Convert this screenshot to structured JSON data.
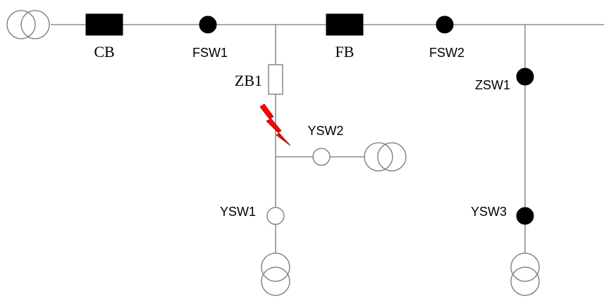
{
  "labels": {
    "cb": "CB",
    "fsw1": "FSW1",
    "fb": "FB",
    "fsw2": "FSW2",
    "zb1": "ZB1",
    "zsw1": "ZSW1",
    "ysw2": "YSW2",
    "ysw1": "YSW1",
    "ysw3": "YSW3"
  },
  "colors": {
    "line": "#777777",
    "closed_switch": "#000000",
    "fault": "#ff0000"
  },
  "icons": {
    "source": "transformer-icon",
    "fault": "lightning-bolt-icon"
  }
}
